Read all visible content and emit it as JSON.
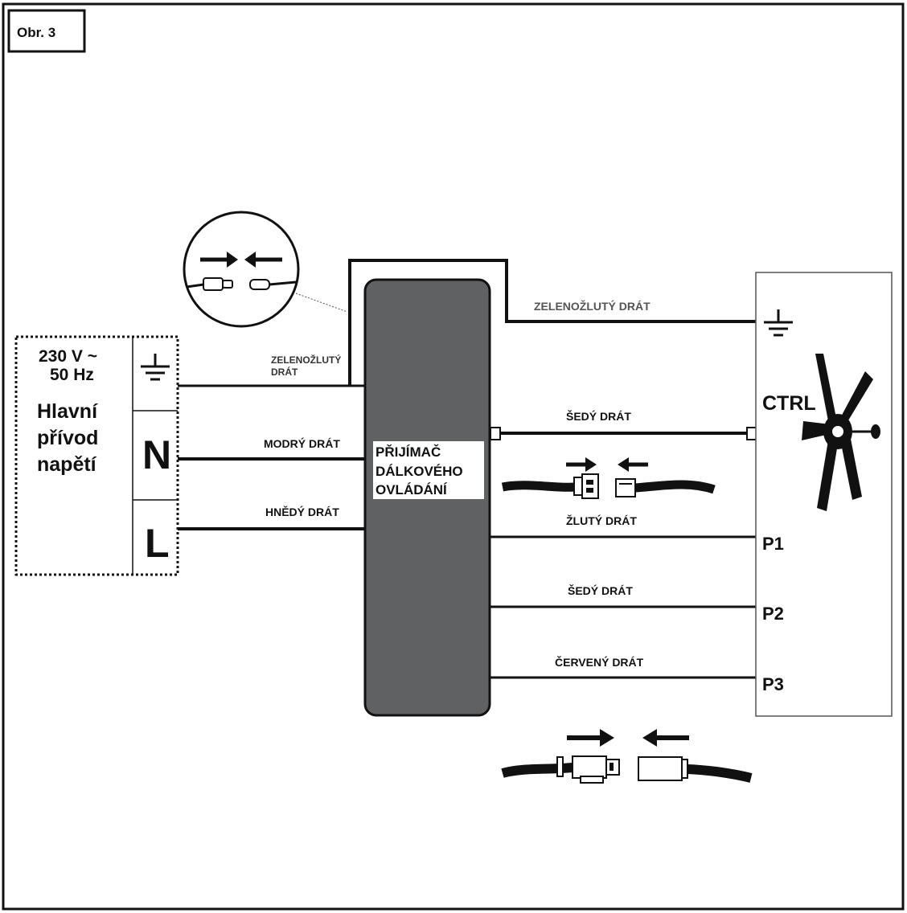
{
  "figure_label": "Obr. 3",
  "supply": {
    "voltage": "230 V ~",
    "frequency": "50 Hz",
    "title_line1": "Hlavní",
    "title_line2": "přívod",
    "title_line3": "napětí",
    "terminal_n": "N",
    "terminal_l": "L",
    "earth_icon": "earth-ground-icon"
  },
  "receiver": {
    "line1": "PŘIJÍMAČ",
    "line2": "DÁLKOVÉHO",
    "line3": "OVLÁDÁNÍ"
  },
  "wires": {
    "left_earth_line1": "ZELENOŽLUTÝ",
    "left_earth_line2": "DRÁT",
    "left_blue": "MODRÝ DRÁT",
    "left_brown": "HNĚDÝ DRÁT",
    "right_earth": "ZELENOŽLUTÝ DRÁT",
    "right_ctrl": "ŠEDÝ DRÁT",
    "right_p1": "ŽLUTÝ DRÁT",
    "right_p2": "ŠEDÝ DRÁT",
    "right_p3": "ČERVENÝ DRÁT"
  },
  "fan": {
    "ctrl": "CTRL",
    "p1": "P1",
    "p2": "P2",
    "p3": "P3",
    "icon": "ceiling-fan-icon"
  },
  "colors": {
    "line": "#111111",
    "receiver_fill": "#5f6163",
    "label_gray": "#555555"
  }
}
